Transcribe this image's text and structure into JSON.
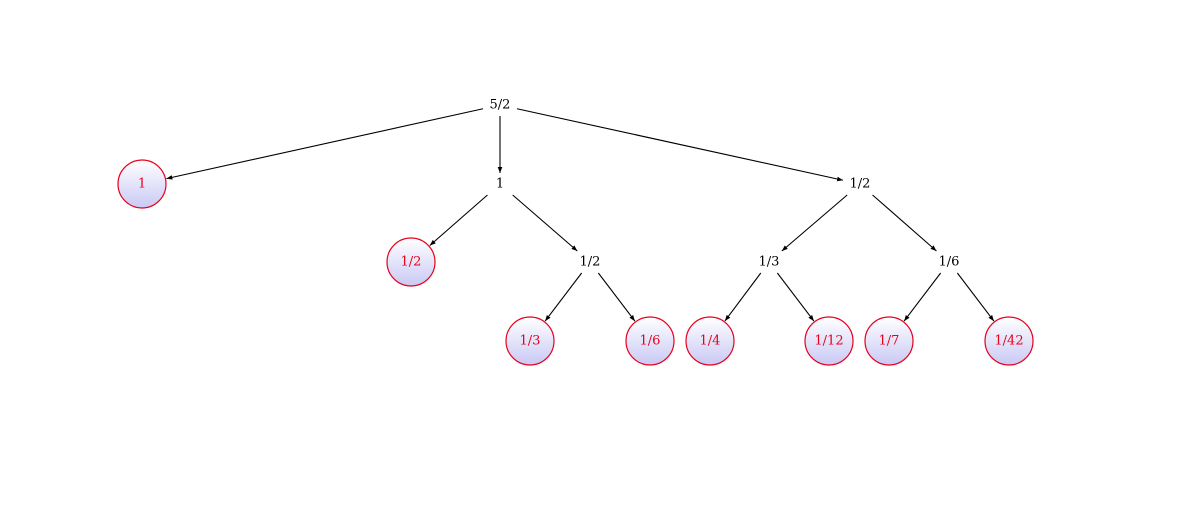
{
  "diagram": {
    "nodes": [
      {
        "id": "n-5-2",
        "label": "5/2",
        "kind": "inner"
      },
      {
        "id": "n-1-leaf",
        "label": "1",
        "kind": "leaf"
      },
      {
        "id": "n-1",
        "label": "1",
        "kind": "inner"
      },
      {
        "id": "n-1-2b",
        "label": "1/2",
        "kind": "inner"
      },
      {
        "id": "n-1-2-leaf",
        "label": "1/2",
        "kind": "leaf"
      },
      {
        "id": "n-1-2a",
        "label": "1/2",
        "kind": "inner"
      },
      {
        "id": "n-1-3",
        "label": "1/3",
        "kind": "inner"
      },
      {
        "id": "n-1-6",
        "label": "1/6",
        "kind": "inner"
      },
      {
        "id": "n-1-3-leaf",
        "label": "1/3",
        "kind": "leaf"
      },
      {
        "id": "n-1-6-leaf",
        "label": "1/6",
        "kind": "leaf"
      },
      {
        "id": "n-1-4-leaf",
        "label": "1/4",
        "kind": "leaf"
      },
      {
        "id": "n-1-12-leaf",
        "label": "1/12",
        "kind": "leaf"
      },
      {
        "id": "n-1-7-leaf",
        "label": "1/7",
        "kind": "leaf"
      },
      {
        "id": "n-1-42-leaf",
        "label": "1/42",
        "kind": "leaf"
      }
    ],
    "edges": [
      {
        "from": "n-5-2",
        "to": "n-1-leaf"
      },
      {
        "from": "n-5-2",
        "to": "n-1"
      },
      {
        "from": "n-5-2",
        "to": "n-1-2b"
      },
      {
        "from": "n-1",
        "to": "n-1-2-leaf"
      },
      {
        "from": "n-1",
        "to": "n-1-2a"
      },
      {
        "from": "n-1-2a",
        "to": "n-1-3-leaf"
      },
      {
        "from": "n-1-2a",
        "to": "n-1-6-leaf"
      },
      {
        "from": "n-1-2b",
        "to": "n-1-3"
      },
      {
        "from": "n-1-2b",
        "to": "n-1-6"
      },
      {
        "from": "n-1-3",
        "to": "n-1-4-leaf"
      },
      {
        "from": "n-1-3",
        "to": "n-1-12-leaf"
      },
      {
        "from": "n-1-6",
        "to": "n-1-7-leaf"
      },
      {
        "from": "n-1-6",
        "to": "n-1-42-leaf"
      }
    ],
    "colors": {
      "edge": "#000000",
      "inner_text": "#000000",
      "leaf_text": "#e8001c",
      "leaf_border": "#e8001c",
      "leaf_fill_top": "#ffffff",
      "leaf_fill_bottom": "#c9c9f5"
    }
  }
}
